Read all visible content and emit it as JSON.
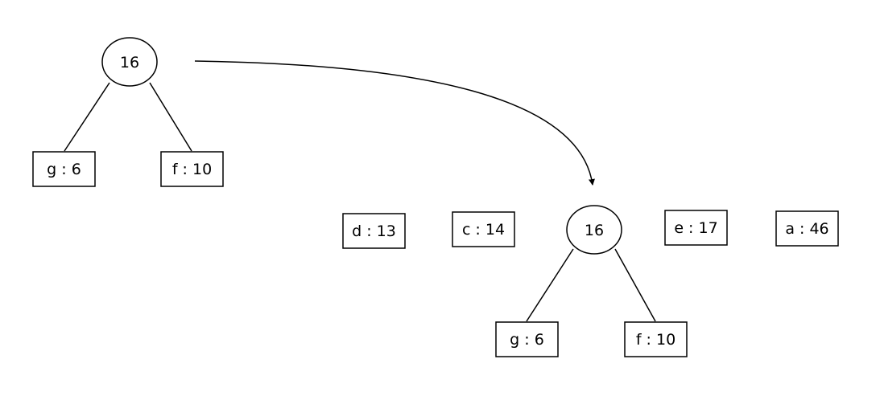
{
  "colors": {
    "background": "#ffffff",
    "stroke": "#000000",
    "text": "#000000"
  },
  "left_tree": {
    "root": {
      "label": "16"
    },
    "left_child": {
      "label": "g : 6"
    },
    "right_child": {
      "label": "f : 10"
    }
  },
  "right_queue": {
    "items": [
      {
        "label": "d : 13"
      },
      {
        "label": "c : 14"
      },
      {
        "label": "16"
      },
      {
        "label": "e : 17"
      },
      {
        "label": "a : 46"
      }
    ],
    "subtree": {
      "left_child": {
        "label": "g : 6"
      },
      "right_child": {
        "label": "f : 10"
      }
    }
  }
}
